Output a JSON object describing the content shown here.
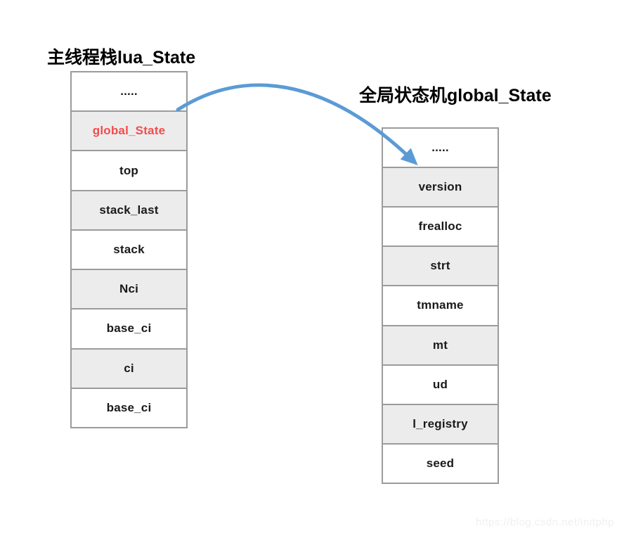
{
  "left_panel": {
    "title": "主线程栈lua_State",
    "rows": [
      {
        "label": ".....",
        "shaded": false,
        "emphasis": false
      },
      {
        "label": "global_State",
        "shaded": true,
        "emphasis": true
      },
      {
        "label": "top",
        "shaded": false,
        "emphasis": false
      },
      {
        "label": "stack_last",
        "shaded": true,
        "emphasis": false
      },
      {
        "label": "stack",
        "shaded": false,
        "emphasis": false
      },
      {
        "label": "Nci",
        "shaded": true,
        "emphasis": false
      },
      {
        "label": "base_ci",
        "shaded": false,
        "emphasis": false
      },
      {
        "label": "ci",
        "shaded": true,
        "emphasis": false
      },
      {
        "label": "base_ci",
        "shaded": false,
        "emphasis": false
      }
    ]
  },
  "right_panel": {
    "title": "全局状态机global_State",
    "rows": [
      {
        "label": ".....",
        "shaded": false,
        "emphasis": false
      },
      {
        "label": "version",
        "shaded": true,
        "emphasis": false
      },
      {
        "label": "frealloc",
        "shaded": false,
        "emphasis": false
      },
      {
        "label": "strt",
        "shaded": true,
        "emphasis": false
      },
      {
        "label": "tmname",
        "shaded": false,
        "emphasis": false
      },
      {
        "label": "mt",
        "shaded": true,
        "emphasis": false
      },
      {
        "label": "ud",
        "shaded": false,
        "emphasis": false
      },
      {
        "label": "l_registry",
        "shaded": true,
        "emphasis": false
      },
      {
        "label": "seed",
        "shaded": false,
        "emphasis": false
      }
    ]
  },
  "arrow": {
    "from": "global_State",
    "to": ".....",
    "color": "#5B9BD5"
  },
  "watermark": "https://blog.csdn.net/initphp",
  "colors": {
    "cell_shaded_bg": "#ececec",
    "cell_border": "#9b9b9b",
    "emphasis_text": "#F24D4D",
    "arrow_blue": "#5B9BD5"
  }
}
